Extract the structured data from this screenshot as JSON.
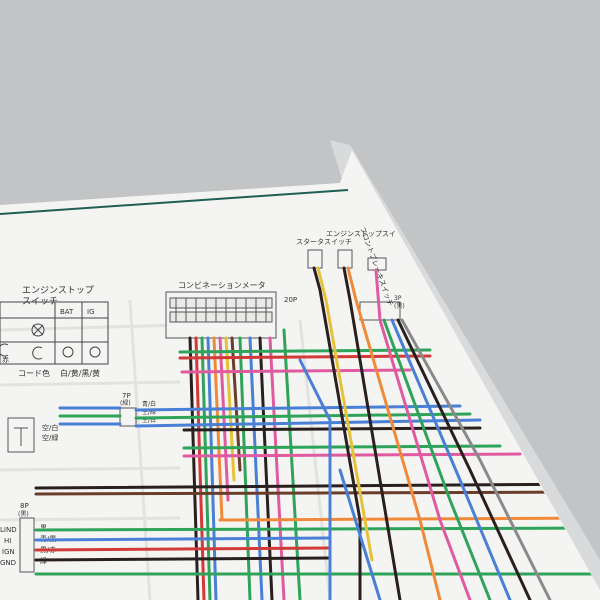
{
  "colors": {
    "background": "#bfc0c2",
    "paper": "#f4f5f3",
    "paper_shadow": "#d9dadb",
    "ink": "#333333",
    "wire_black": "#2a1f1f",
    "wire_red": "#d23a3a",
    "wire_green": "#2fa35a",
    "wire_blue": "#4a7fd6",
    "wire_orange": "#f08a3a",
    "wire_pink": "#e05aa0",
    "wire_yellow": "#e6c23a",
    "wire_brown": "#6a3d2a",
    "wire_gray": "#8a8a8a",
    "border_teal": "#1f5f55"
  },
  "diagram": {
    "engine_stop_switch": {
      "title_line1": "エンジンストップ",
      "title_line2": "スイッチ",
      "col_bat": "BAT",
      "col_ig": "IG",
      "code_color_label": "コード色",
      "wire_colors": "白/黄/黒/黄",
      "row_label": "赤"
    },
    "combination_meter": {
      "title": "コンビネーションメータ",
      "pin_count": "20P"
    },
    "connector_7p": {
      "label": "7P",
      "sub": "(緑)",
      "wire1": "青/白",
      "wire2": "空/緑",
      "wire3": "空/白"
    },
    "connector_8p": {
      "label": "8P",
      "sub": "(黒)",
      "wire1": "黒",
      "wire2": "青/黒",
      "wire3": "黒/赤",
      "wire4": "緑"
    },
    "left_connector_wires": {
      "w1": "空/白",
      "w2": "空/緑"
    },
    "gauge_labels": [
      "LIND",
      "HI",
      "IGN",
      "GND"
    ],
    "starter_switch": "スタータスイッチ",
    "engine_stop_switch_top": "エンジンストップスイッチ",
    "front_brake_switch": "フロントブレーキスイッチ",
    "connector_3p": "3P",
    "connector_3p_sub": "(黒)"
  }
}
